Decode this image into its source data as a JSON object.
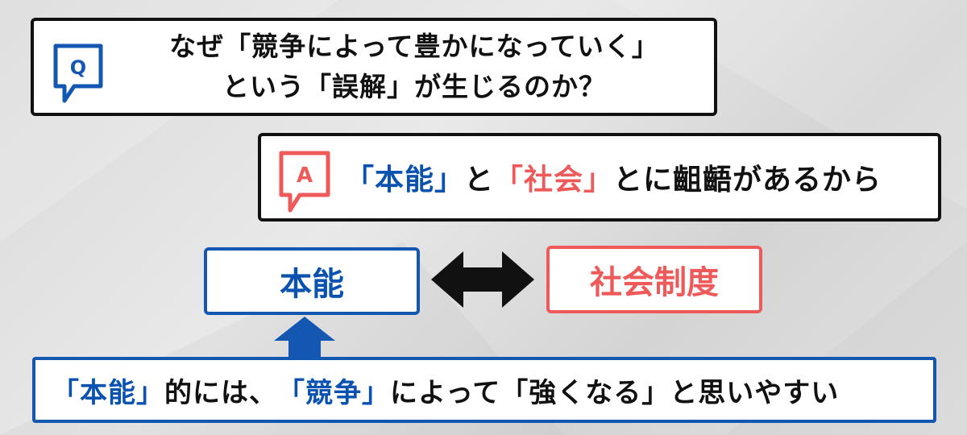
{
  "question": {
    "icon_letter": "Q",
    "line1": "なぜ「競争によって豊かになっていく」",
    "line2": "という「誤解」が生じるのか？"
  },
  "answer": {
    "icon_letter": "A",
    "seg1": "「本能」",
    "seg2": "と",
    "seg3": "「社会」",
    "seg4": "とに齟齬があるから"
  },
  "honno_label": "本能",
  "shakai_label": "社会制度",
  "bottom": {
    "seg1": "「本能」",
    "seg2": "的には、",
    "seg3": "「競争」",
    "seg4": "によって「強くなる」と思いやすい"
  },
  "colors": {
    "blue": "#0a52b0",
    "red": "#ee5a5a",
    "dark": "#111111"
  }
}
